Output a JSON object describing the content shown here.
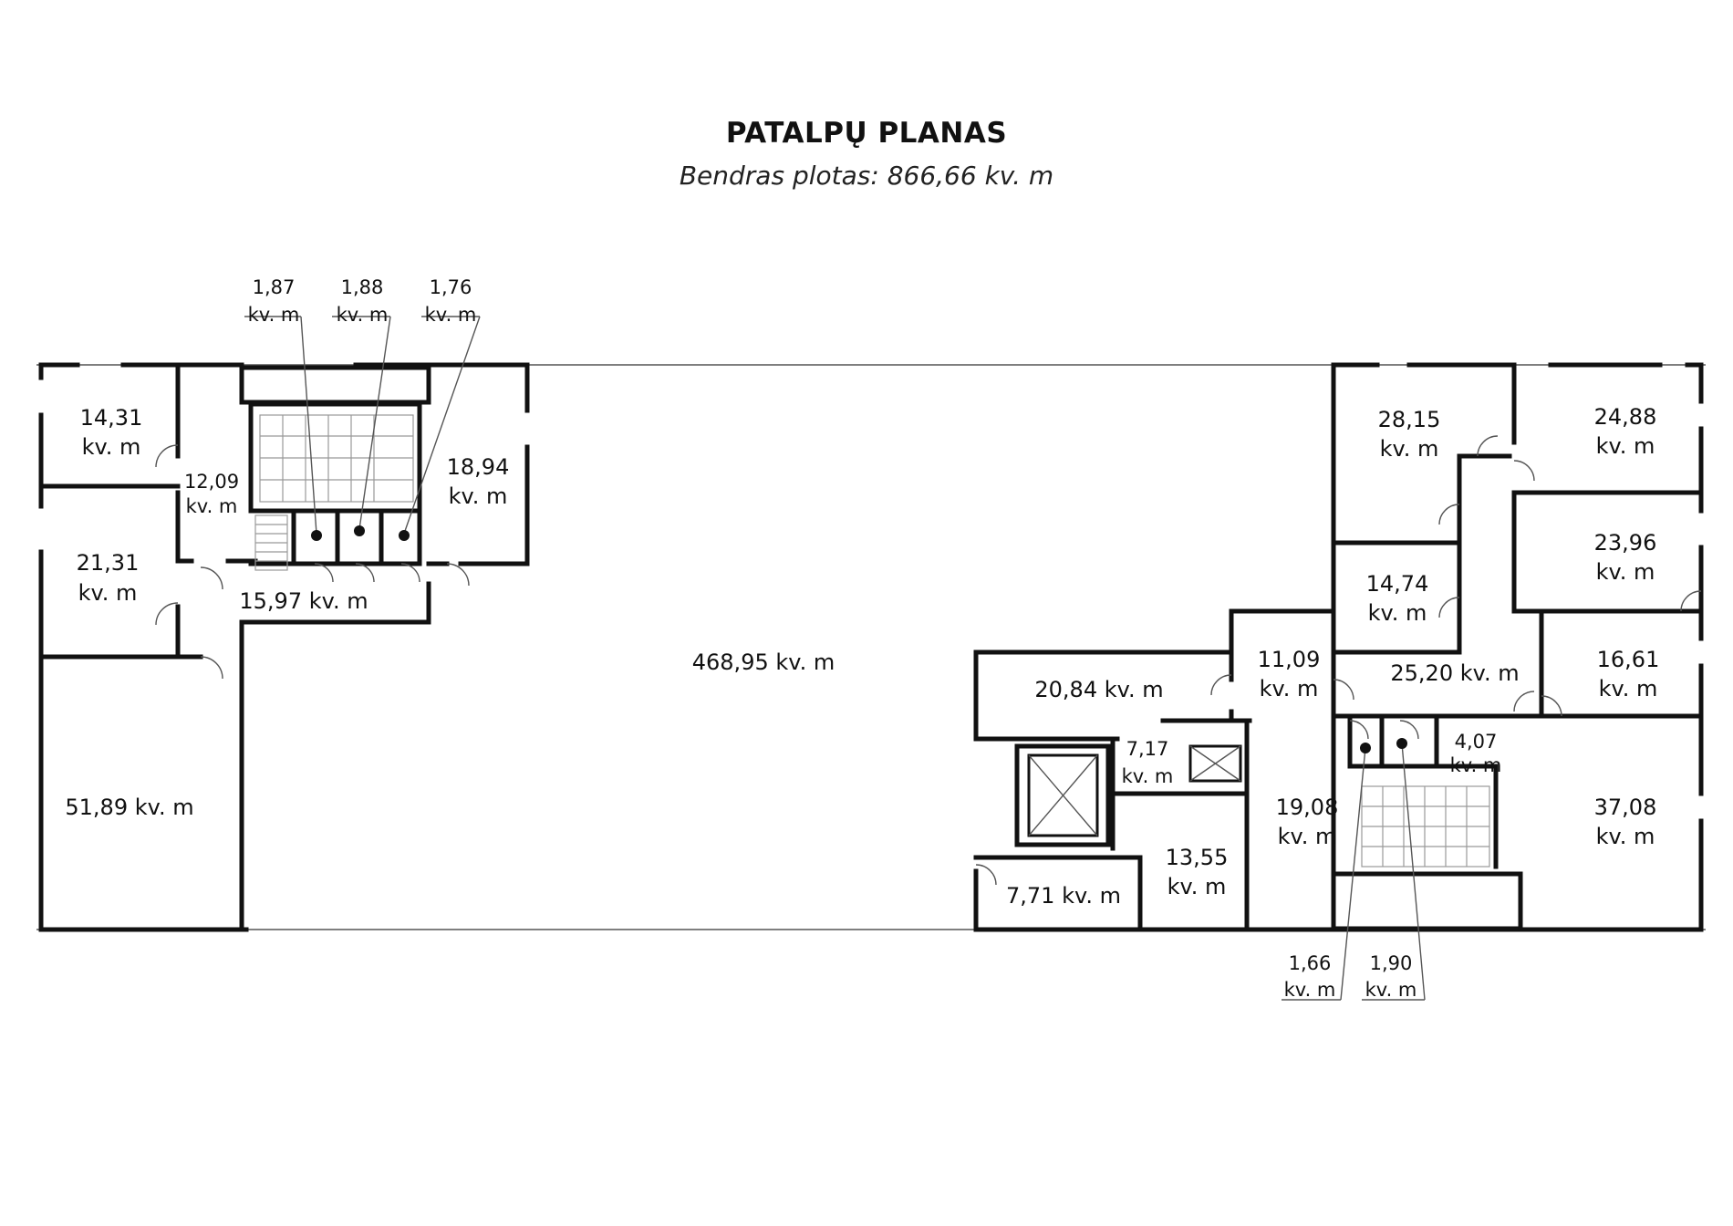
{
  "header": {
    "title": "PATALPŲ PLANAS",
    "subtitle": "Bendras plotas: 866,66 kv. m"
  },
  "unit": "kv. m",
  "rooms": {
    "r1431": "14,31",
    "r2131": "21,31",
    "r5189": "51,89 kv. m",
    "r1209": "12,09",
    "r1597": "15,97 kv. m",
    "r1894": "18,94",
    "r46895": "468,95 kv. m",
    "r2815": "28,15",
    "r2488": "24,88",
    "r2396": "23,96",
    "r1474": "14,74",
    "r1661": "16,61",
    "r2520": "25,20 kv. m",
    "r1109": "11,09",
    "r2084": "20,84 kv. m",
    "r717": "7,17",
    "r407": "4,07",
    "r1908": "19,08",
    "r3708": "37,08",
    "r1355": "13,55",
    "r771": "7,71 kv. m"
  },
  "callouts": {
    "c187": "1,87",
    "c188": "1,88",
    "c176": "1,76",
    "c166": "1,66",
    "c190": "1,90"
  }
}
